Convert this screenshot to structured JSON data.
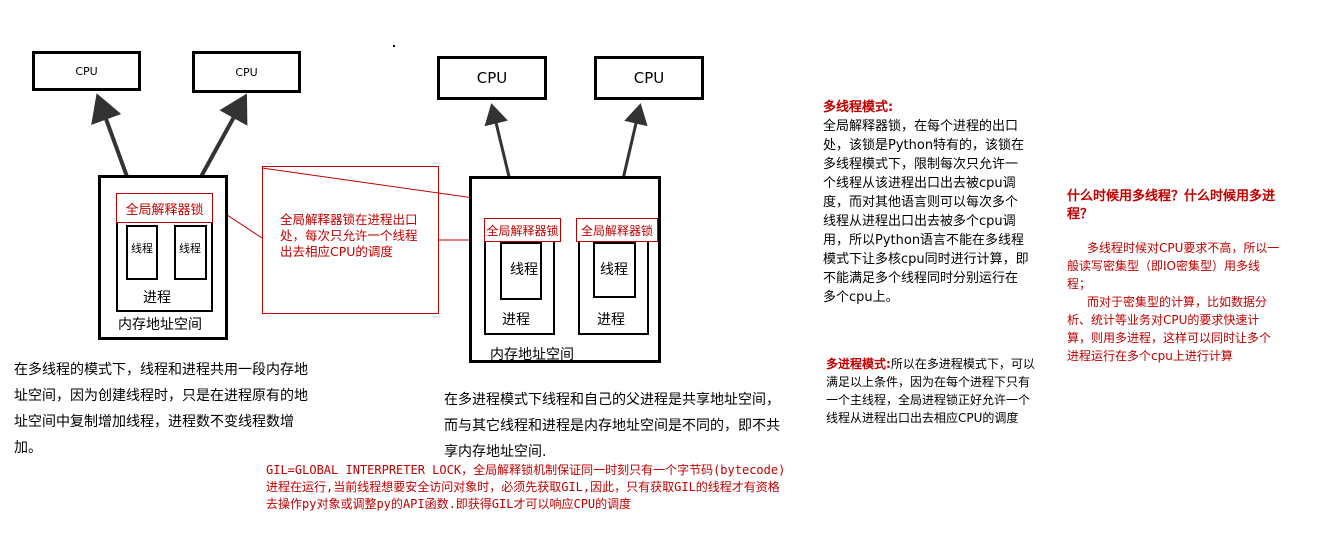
{
  "left_diagram": {
    "cpu1": "CPU",
    "cpu2": "CPU",
    "gil": "全局解释器锁",
    "thread1": "线程",
    "thread2": "线程",
    "process": "进程",
    "memory": "内存地址空间"
  },
  "middle_diagram": {
    "cpu1": "CPU",
    "cpu2": "CPU",
    "gil1": "全局解释器锁",
    "gil2": "全局解释器锁",
    "thread1": "线程",
    "thread2": "线程",
    "process1": "进程",
    "process2": "进程",
    "memory": "内存地址空间"
  },
  "callout": {
    "text": "全局解释器锁在进程出口处，每次只允许一个线程出去相应CPU的调度"
  },
  "left_text": "在多线程的模式下，线程和进程共用一段内存地址空间，因为创建线程时，只是在进程原有的地址空间中复制增加线程，进程数不变线程数增加。",
  "middle_text": "在多进程模式下线程和自己的父进程是共享地址空间，而与其它线程和进程是内存地址空间是不同的，即不共享内存地址空间.",
  "gil_note": "GIL=GLOBAL INTERPRETER LOCK，全局解释锁机制保证同一时刻只有一个字节码(bytecode)进程在运行,当前线程想要安全访问对象时，必须先获取GIL,因此，只有获取GIL的线程才有资格去操作py对象或调整py的API函数.即获得GIL才可以响应CPU的调度",
  "multithread_mode": {
    "title": "多线程模式:",
    "body": "全局解释器锁，在每个进程的出口处，该锁是Python特有的，该锁在多线程模式下，限制每次只允许一个线程从该进程出口出去被cpu调度，而对其他语言则可以每次多个线程从进程出口出去被多个cpu调用，所以Python语言不能在多线程模式下让多核cpu同时进行计算，即不能满足多个线程同时分别运行在多个cpu上。"
  },
  "multiprocess_mode": {
    "title": "多进程模式:",
    "body": "所以在多进程模式下，可以满足以上条件，因为在每个进程下只有一个主线程，全局进程锁正好允许一个线程从进程出口出去相应CPU的调度"
  },
  "when_to_use": {
    "title": "什么时候用多线程？什么时候用多进程？",
    "para1": "多线程时候对CPU要求不高，所以一般读写密集型（即IO密集型）用多线程；",
    "para2": "而对于密集型的计算，比如数据分析、统计等业务对CPU的要求快速计算，则用多进程，这样可以同时让多个进程运行在多个cpu上进行计算"
  },
  "colors": {
    "accent_red": "#c00000",
    "stroke": "#000000"
  }
}
